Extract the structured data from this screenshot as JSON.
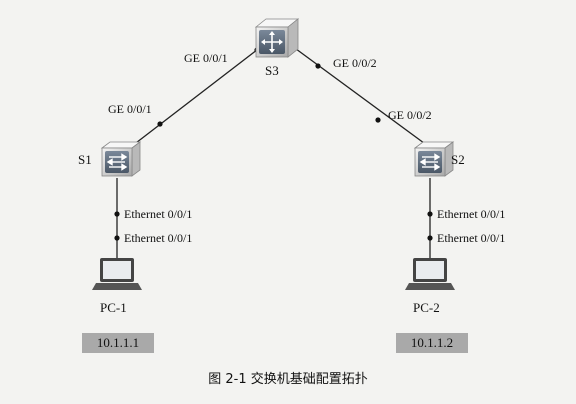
{
  "devices": {
    "s3": {
      "name": "S3"
    },
    "s1": {
      "name": "S1"
    },
    "s2": {
      "name": "S2"
    },
    "pc1": {
      "name": "PC-1",
      "ip": "10.1.1.1"
    },
    "pc2": {
      "name": "PC-2",
      "ip": "10.1.1.2"
    }
  },
  "links": {
    "s3_s1": {
      "s3_port": "GE 0/0/1",
      "s1_port": "GE 0/0/1"
    },
    "s3_s2": {
      "s3_port": "GE 0/0/2",
      "s2_port": "GE 0/0/2"
    },
    "s1_pc1": {
      "s1_port": "Ethernet 0/0/1",
      "pc1_port": "Ethernet 0/0/1"
    },
    "s2_pc2": {
      "s2_port": "Ethernet 0/0/1",
      "pc2_port": "Ethernet 0/0/1"
    }
  },
  "caption": "图 2-1   交换机基础配置拓扑"
}
